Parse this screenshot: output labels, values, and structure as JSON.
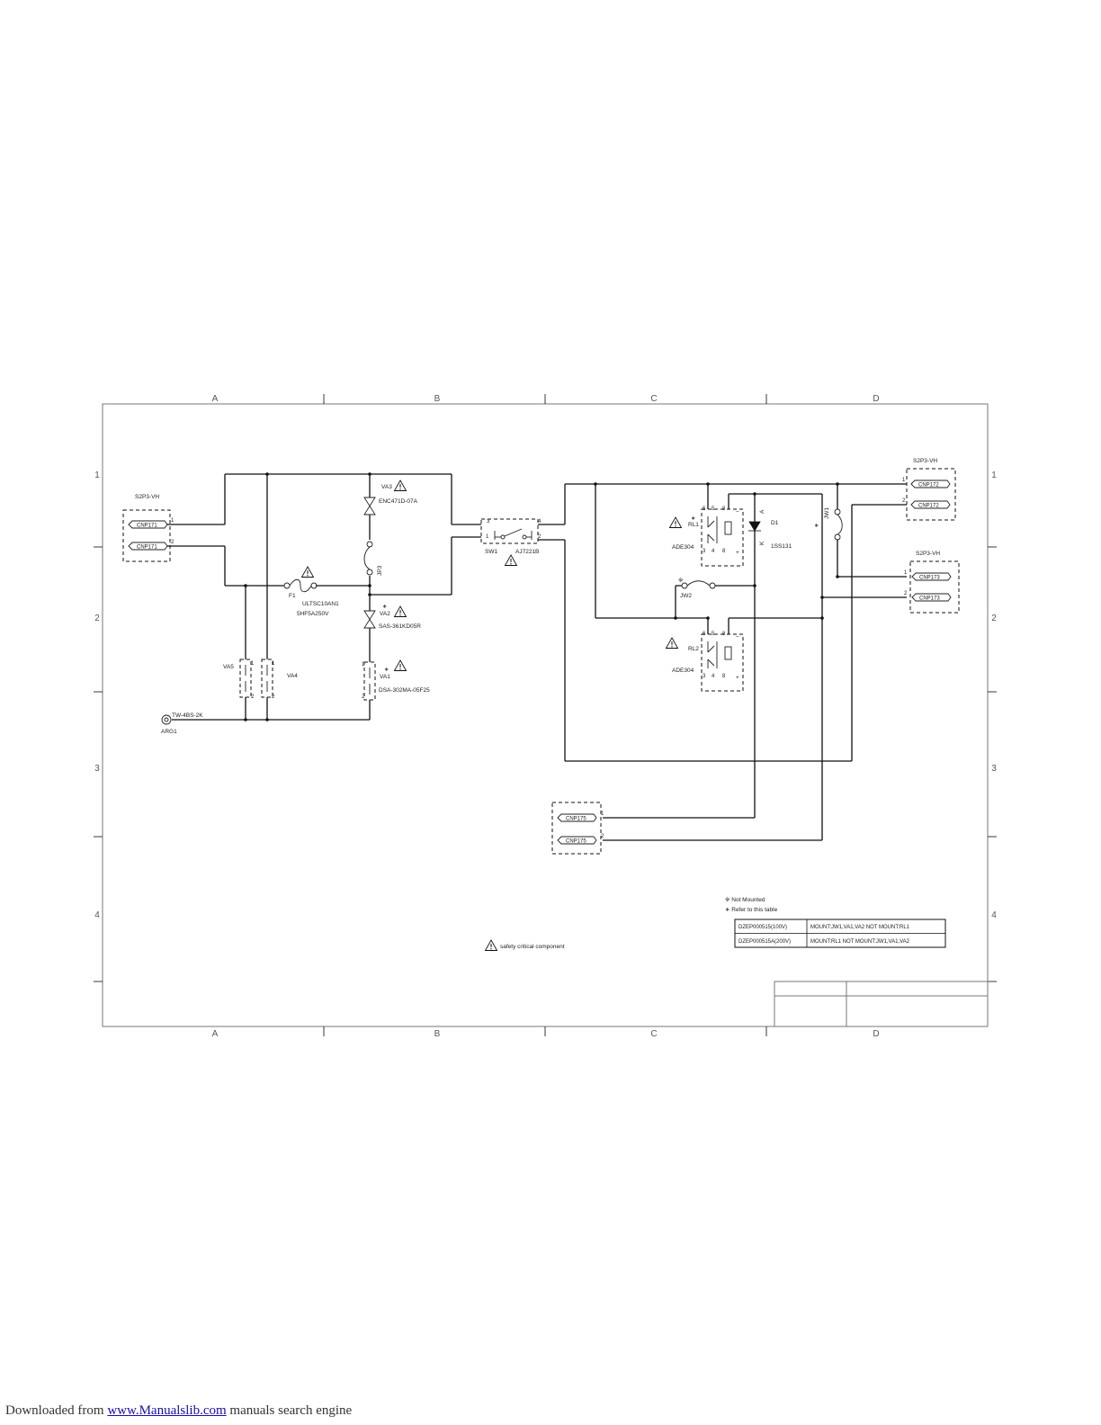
{
  "zones": {
    "columns": [
      "A",
      "B",
      "C",
      "D"
    ],
    "rows": [
      "1",
      "2",
      "3",
      "4"
    ]
  },
  "connectors": {
    "left_type": "S2P3-VH",
    "right_top_type": "S2P3-VH",
    "right_mid_type": "S2P3-VH",
    "cnp171": "CNP171",
    "cnp172": "CNP172",
    "cnp173": "CNP173",
    "cnp175": "CNP175",
    "pin1": "1",
    "pin2": "2",
    "pin3": "3",
    "pin4": "4",
    "pin5": "5",
    "pin6": "6",
    "pin8": "8"
  },
  "components": {
    "va3_ref": "VA3",
    "va3_part": "ENC471D-07A",
    "jp3_ref": "JP3",
    "f1_ref": "F1",
    "f1_part1": "ULTSC10AN1",
    "f1_part2": "5HF5A250V",
    "va2_ref": "VA2",
    "va2_part": "SAS-361KD05R",
    "va1_ref": "VA1",
    "va1_part": "DSA-302MA-05F25",
    "va5_ref": "VA5",
    "va4_ref": "VA4",
    "arg1_part": "TW-4BS-2K",
    "arg1_ref": "ARG1",
    "sw1_ref": "SW1",
    "sw1_part": "AJ7221B",
    "rl1_ref": "RL1",
    "rl2_ref": "RL2",
    "relay_part": "ADE304",
    "d1_ref": "D1",
    "d1_part": "1SS131",
    "d1_anode": "A",
    "d1_cathode": "K",
    "jw1_ref": "JW1",
    "jw2_ref": "JW2",
    "minus": "−",
    "plus": "+"
  },
  "marks": {
    "star": "∗",
    "kome": "※"
  },
  "notes": {
    "not_mounted": "※ Not Mounted",
    "refer": "∗ Refer to this table",
    "safety": "safety critical component"
  },
  "mount_table": {
    "rows": [
      {
        "model": "DZEP000515(100V)",
        "mount": "MOUNT:JW1,VA1,VA2   NOT MOUNT:RL1"
      },
      {
        "model": "DZEP000515A(200V)",
        "mount": "MOUNT:RL1   NOT MOUNT:JW1,VA1,VA2"
      }
    ]
  },
  "footer": {
    "prefix": "Downloaded from",
    "link": "www.Manualslib.com",
    "suffix": "manuals search engine"
  }
}
